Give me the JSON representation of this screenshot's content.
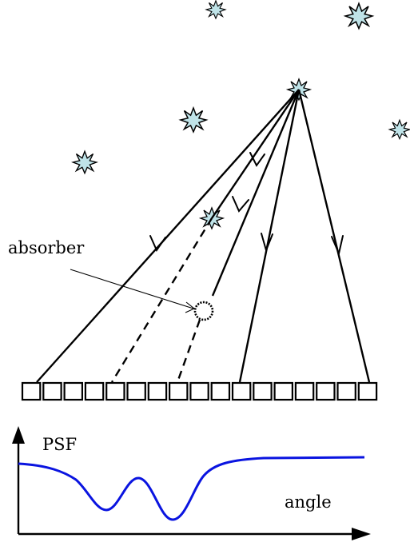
{
  "labels": {
    "absorber": "absorber",
    "psf": "PSF",
    "angle": "angle"
  },
  "colors": {
    "star_fill": "#bfe3e8",
    "curve": "#0a14e0",
    "ink": "#000000"
  },
  "icons": {
    "star": "star-burst-icon",
    "absorber": "absorber-circle-icon",
    "arrow": "arrowhead-icon",
    "detector": "detector-pixel-box"
  },
  "detector": {
    "pixel_count": 17
  }
}
